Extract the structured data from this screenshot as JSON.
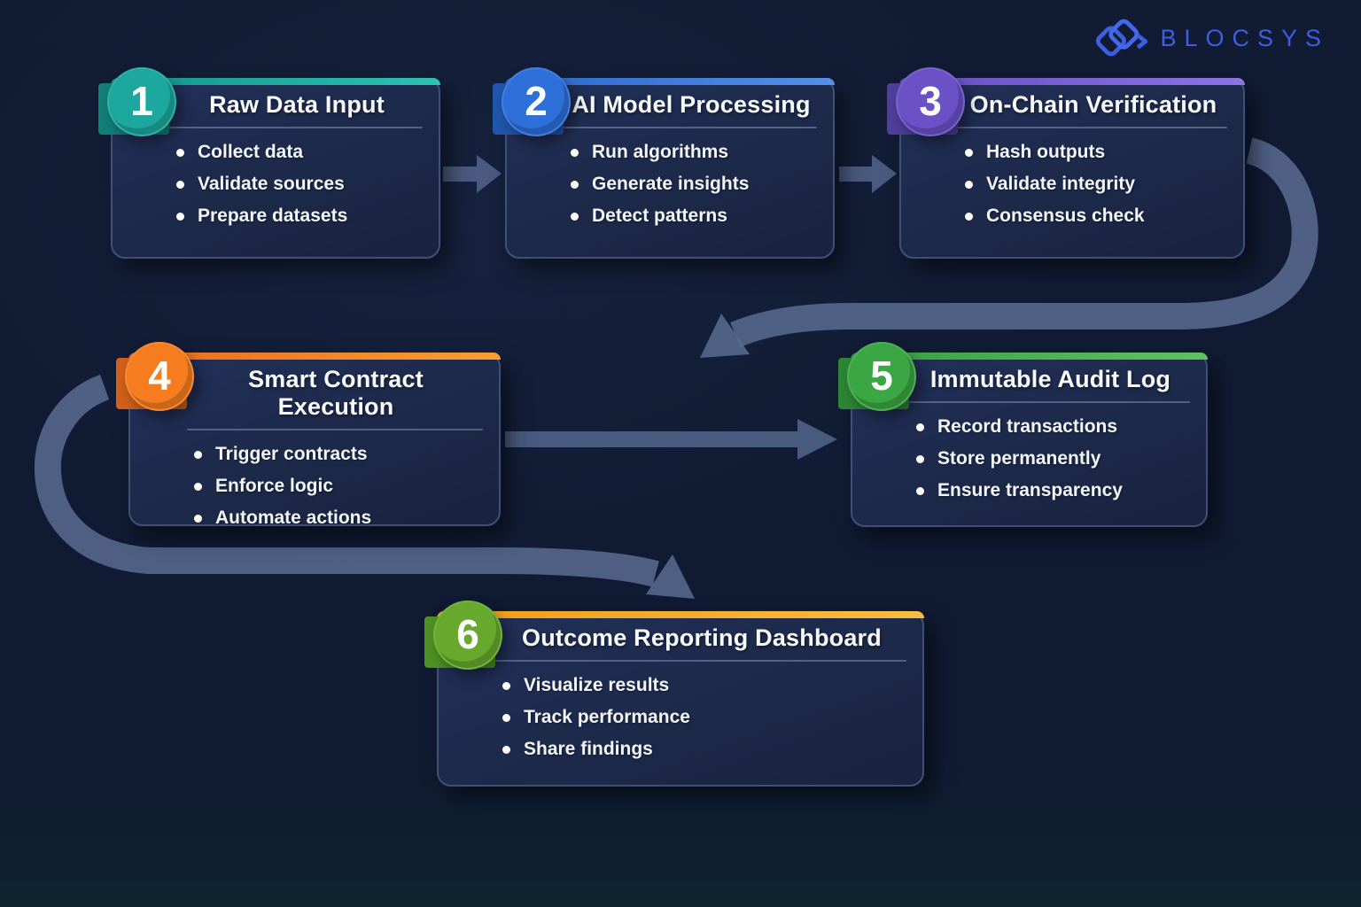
{
  "brand": {
    "name": "BLOCSYS",
    "icon": "interlocked-diamonds-icon",
    "accent": "#3d5ee0"
  },
  "flow": {
    "steps": [
      {
        "number": "1",
        "title": "Raw Data Input",
        "bullets": [
          "Collect data",
          "Validate sources",
          "Prepare datasets"
        ],
        "accent": "#1ca89e",
        "accent_dark": "#128079",
        "bar": "#12948c",
        "bar_light": "#2fc0b4"
      },
      {
        "number": "2",
        "title": "AI Model Processing",
        "bullets": [
          "Run algorithms",
          "Generate insights",
          "Detect patterns"
        ],
        "accent": "#2e70d9",
        "accent_dark": "#2156ad",
        "bar": "#2b66cc",
        "bar_light": "#5590ea"
      },
      {
        "number": "3",
        "title": "On-Chain Verification",
        "bullets": [
          "Hash outputs",
          "Validate integrity",
          "Consensus check"
        ],
        "accent": "#6a51c6",
        "accent_dark": "#503e9c",
        "bar": "#6450c0",
        "bar_light": "#8d74e4"
      },
      {
        "number": "4",
        "title": "Smart Contract Execution",
        "bullets": [
          "Trigger contracts",
          "Enforce logic",
          "Automate actions"
        ],
        "accent": "#f57d1f",
        "accent_dark": "#d2601a",
        "bar": "#e96c1c",
        "bar_light": "#f89e33"
      },
      {
        "number": "5",
        "title": "Immutable Audit Log",
        "bullets": [
          "Record transactions",
          "Store permanently",
          "Ensure transparency"
        ],
        "accent": "#3ba644",
        "accent_dark": "#2c8634",
        "bar": "#379e40",
        "bar_light": "#5ec45e"
      },
      {
        "number": "6",
        "title": "Outcome Reporting Dashboard",
        "bullets": [
          "Visualize results",
          "Track performance",
          "Share findings"
        ],
        "accent": "#66a92c",
        "accent_dark": "#4e9222",
        "bar": "#f09d18",
        "bar_light": "#f8bd42"
      }
    ]
  },
  "colors": {
    "background": "#111b33",
    "card_background": "#1d2949",
    "card_border": "#3f5078",
    "arrow": "#4d5e84",
    "arrow_curve": "#5b6c93",
    "text": "#f2f5fa",
    "divider": "#96a5c8"
  }
}
